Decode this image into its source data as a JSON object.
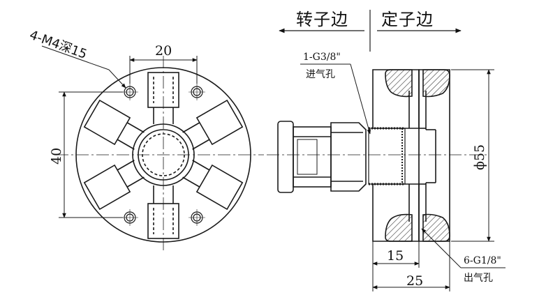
{
  "sections": {
    "rotor_side": "转子边",
    "separator": "|",
    "stator_side": "定子边"
  },
  "labels": {
    "thread_holes": "4-M4深15",
    "inlet_spec": "1-G3/8\"",
    "inlet_name": "进气孔",
    "outlet_spec": "6-G1/8\"",
    "outlet_name": "出气孔"
  },
  "dimensions": {
    "width_top": "20",
    "height_left": "40",
    "diameter": "ϕ55",
    "len_15": "15",
    "len_25": "25"
  },
  "colors": {
    "line": "#1a1a1a",
    "hatch": "#333333"
  }
}
